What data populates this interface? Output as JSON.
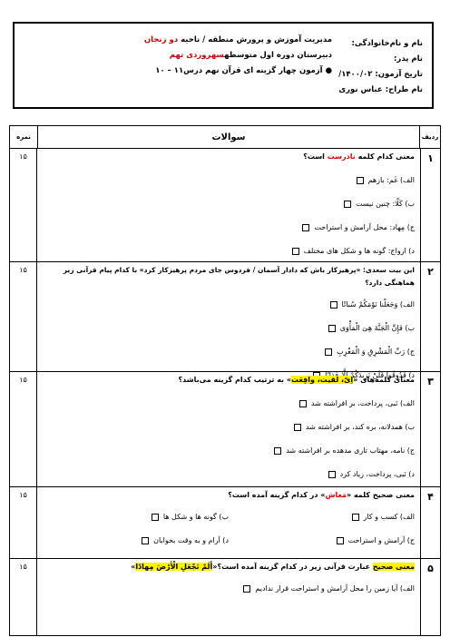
{
  "header": {
    "student_name_label": "نام و نام‌خانوادگی:",
    "father_name_label": "نام پدر:",
    "exam_date_label": "تاریخ آزمون:",
    "exam_date_value": "۱۴۰۰/۰۲/",
    "designer_label": "نام طراح:",
    "designer_value": "عباس نوری",
    "line1_prefix": "مدیریت آموزش و پرورش منطقه / ناحیه",
    "line1_region": "دو زنجان",
    "line2_prefix": "دبیرستان دوره اول متوسطه",
    "line2_school": "سهروردی تهم",
    "line3": "آزمون چهار گزینه ای قرآن نهم درس۱۱ – ۱۰"
  },
  "table": {
    "col_num": "ردیف",
    "col_questions": "سوالات",
    "col_score": "نمره"
  },
  "questions": [
    {
      "num": "۱",
      "score": "۱۵",
      "text_pre": "معنی کدام کلمه",
      "text_red": "نادرست",
      "text_post": "است؟",
      "options": [
        "الف) غَم: بازهم",
        "ب) کَلّا: چنین نیست",
        "ج) مِهاد: محل آرامش و استراحت",
        "د) ازواج: گونه ها و شکل های مختلف"
      ]
    },
    {
      "num": "۲",
      "score": "۱۵",
      "text_pre": "این بیت سعدی: «پرهیزکار باش که دادار آسمان / فردوس جای مردم پرهیزکار کرد» با کدام پیام قرآنی زیر هماهنگی دارد؟",
      "options": [
        "الف) وَجَعَلْنا نَوْمَکُمْ سُباتًا",
        "ب) فَإِنَّ الْجَنَّةَ هِیَ الْمَأْوَی",
        "ج) رَبِّ الْمَشْرِقِ وَ الْمَغْرِبِ",
        "د) فَذُوقُوا فَلَنْ نَزِیدَکُمْ إِلَّا عَذابًا"
      ]
    },
    {
      "num": "۳",
      "score": "۱۵",
      "text_pre": "معنای کلمه‌های «",
      "text_hl": "اِیّ، لَقیت، وافِعَت",
      "text_post": "» به ترتیب کدام گزینه می‌باشد؟",
      "options": [
        "الف) نَبی، پرداخت، بر افراشته شد",
        "ب) همدلانه، بره کند، بر افراشته شد",
        "ج) نامه، مهتاب تاری مدهده بر افراشته شد",
        "د) نَبی، پرداخت، زیاد کرد"
      ]
    },
    {
      "num": "۴",
      "score": "۱۵",
      "text_pre": "معنی صحیح کلمه «",
      "text_red": "مَعاش",
      "text_post": "» در کدام گزینه آمده است؟",
      "options": [
        "الف) کسب و کار",
        "ب) گونه ها و شکل ها",
        "ج) آرامش و استراحت",
        "د) آرام و به وقت بخوابان"
      ]
    },
    {
      "num": "۵",
      "score": "۱۵",
      "text_hl1": "معنی صحیح",
      "text_mid": " عبارت قرآنی زیر در کدام گزینه آمده است؟«",
      "text_hl2": "أَلَمْ نَجْعَلِ الْأَرْضَ مِهادًا",
      "text_post": "»",
      "options": [
        "الف) آیا زمین را محل آرامش و استراحت قرار ندادیم"
      ]
    }
  ]
}
